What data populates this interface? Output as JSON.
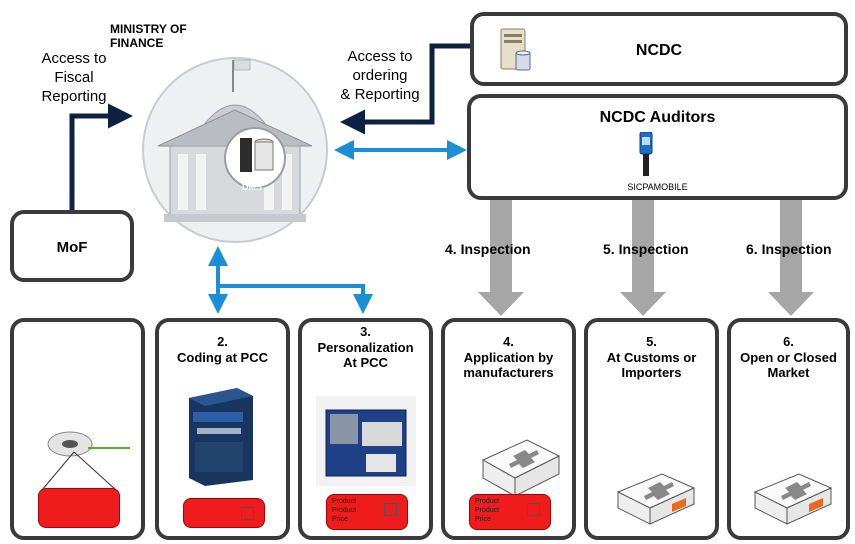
{
  "title": "MINISTRY OF FINANCE",
  "dms_label": "DMS",
  "access_fiscal": [
    "Access to",
    "Fiscal",
    "Reporting"
  ],
  "access_ordering": [
    "Access to",
    "ordering",
    "& Reporting"
  ],
  "ncdc": "NCDC",
  "ncdc_auditors": "NCDC Auditors",
  "sicpa_label": "SICPAMOBILE",
  "mof": "MoF",
  "inspections": [
    "4. Inspection",
    "5. Inspection",
    "6. Inspection"
  ],
  "boxes": {
    "b2": [
      "2.",
      "Coding at PCC"
    ],
    "b3": [
      "3.",
      "Personalization",
      "At PCC"
    ],
    "b4": [
      "4.",
      "Application by",
      "manufacturers"
    ],
    "b5": [
      "5.",
      "At Customs or",
      "Importers"
    ],
    "b6": [
      "6.",
      "Open or Closed",
      "Market"
    ]
  },
  "tag_lines": [
    "Product",
    "Product",
    "Price"
  ],
  "colors": {
    "arrow_blue": "#1b8fd6",
    "arrow_dark": "#0d2240",
    "gray_arrow": "#a6a6a6",
    "red_tag": "#ee1c1c",
    "border": "#3a3a3a"
  }
}
